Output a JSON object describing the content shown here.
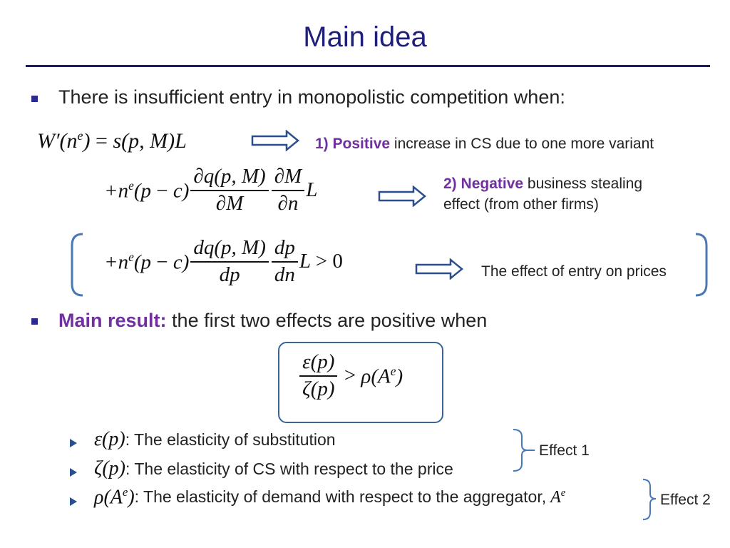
{
  "slide": {
    "title": "Main idea",
    "bullet1": "There is insufficient entry in monopolistic competition when:",
    "effect1_num": "1)",
    "effect1_kw": "Positive",
    "effect1_rest": "increase in CS due to one more variant",
    "effect2_num": "2)",
    "effect2_kw": "Negative",
    "effect2_rest_line1": "business stealing",
    "effect2_rest_line2": "effect (from other firms)",
    "effect3": "The effect of entry on prices",
    "main_result_label": "Main result:",
    "main_result_text": "the first two effects are positive when",
    "item1_text": ": The elasticity of substitution",
    "item2_text": ": The elasticity of CS with respect to the price",
    "item3_text": ": The elasticity of demand with respect to the aggregator,",
    "group1_label": "Effect 1",
    "group2_label": "Effect 2"
  },
  "colors": {
    "title": "#1f1f7a",
    "accent_purple": "#7030a0",
    "arrow_blue": "#2b4f8c",
    "box_blue": "#3a6496",
    "bracket_blue": "#4a78b5"
  },
  "icons": {
    "arrow": "double-outline-right-arrow",
    "bullet": "square-bullet",
    "sub_bullet": "triangle-bullet"
  }
}
